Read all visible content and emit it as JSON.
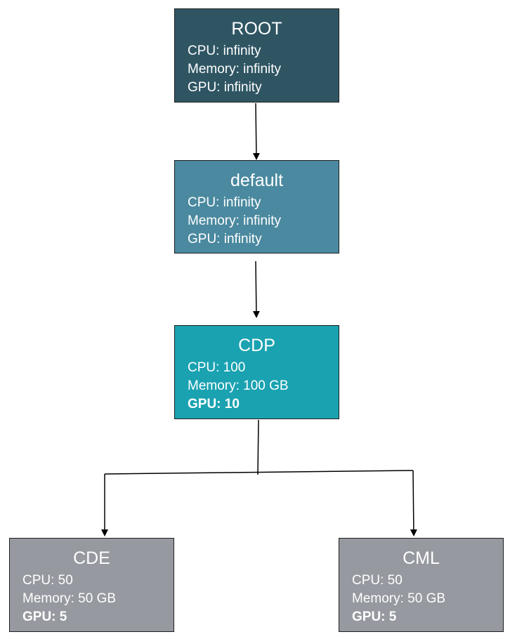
{
  "nodes": {
    "root": {
      "title": "ROOT",
      "cpu": "CPU: infinity",
      "memory": "Memory: infinity",
      "gpu": "GPU: infinity",
      "color": "#2f5563"
    },
    "default": {
      "title": "default",
      "cpu": "CPU: infinity",
      "memory": "Memory: infinity",
      "gpu": "GPU: infinity",
      "color": "#4a899f"
    },
    "cdp": {
      "title": "CDP",
      "cpu": "CPU: 100",
      "memory": "Memory: 100 GB",
      "gpu": "GPU: 10",
      "color": "#1aa2b1"
    },
    "cde": {
      "title": "CDE",
      "cpu": "CPU: 50",
      "memory": "Memory: 50 GB",
      "gpu": "GPU: 5",
      "color": "#96999f"
    },
    "cml": {
      "title": "CML",
      "cpu": "CPU: 50",
      "memory": "Memory: 50 GB",
      "gpu": "GPU: 5",
      "color": "#96999f"
    }
  },
  "edges": [
    {
      "from": "ROOT",
      "to": "default"
    },
    {
      "from": "default",
      "to": "CDP"
    },
    {
      "from": "CDP",
      "to": "CDE"
    },
    {
      "from": "CDP",
      "to": "CML"
    }
  ]
}
